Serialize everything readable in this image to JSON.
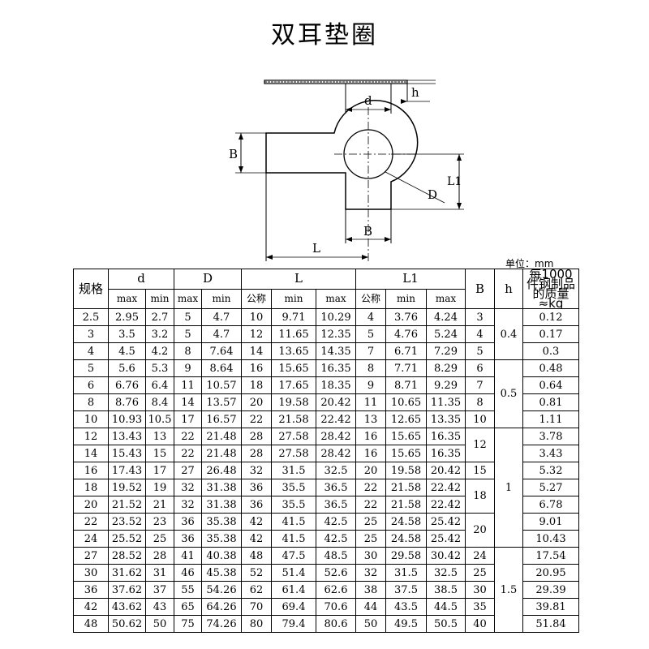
{
  "title": "双耳垫圈",
  "drawing_labels": {
    "d": "d",
    "h": "h",
    "B_left": "B",
    "L1": "L1",
    "D": "D",
    "B_bottom": "B",
    "L": "L"
  },
  "unit": "单位：mm",
  "headers": {
    "spec": "规格",
    "d": "d",
    "D": "D",
    "L": "L",
    "L1": "L1",
    "B": "B",
    "h": "h",
    "mass": "每1000件钢制品的质量≈kg",
    "max": "max",
    "min": "min",
    "nominal": "公称"
  },
  "rows": [
    [
      "2.5",
      "2.95",
      "2.7",
      "5",
      "4.7",
      "10",
      "9.71",
      "10.29",
      "4",
      "3.76",
      "4.24",
      "0.12"
    ],
    [
      "3",
      "3.5",
      "3.2",
      "5",
      "4.7",
      "12",
      "11.65",
      "12.35",
      "5",
      "4.76",
      "5.24",
      "0.17"
    ],
    [
      "4",
      "4.5",
      "4.2",
      "8",
      "7.64",
      "14",
      "13.65",
      "14.35",
      "7",
      "6.71",
      "7.29",
      "0.3"
    ],
    [
      "5",
      "5.6",
      "5.3",
      "9",
      "8.64",
      "16",
      "15.65",
      "16.35",
      "8",
      "7.71",
      "8.29",
      "0.48"
    ],
    [
      "6",
      "6.76",
      "6.4",
      "11",
      "10.57",
      "18",
      "17.65",
      "18.35",
      "9",
      "8.71",
      "9.29",
      "0.64"
    ],
    [
      "8",
      "8.76",
      "8.4",
      "14",
      "13.57",
      "20",
      "19.58",
      "20.42",
      "11",
      "10.65",
      "11.35",
      "0.81"
    ],
    [
      "10",
      "10.93",
      "10.5",
      "17",
      "16.57",
      "22",
      "21.58",
      "22.42",
      "13",
      "12.65",
      "13.35",
      "1.11"
    ],
    [
      "12",
      "13.43",
      "13",
      "22",
      "21.48",
      "28",
      "27.58",
      "28.42",
      "16",
      "15.65",
      "16.35",
      "3.78"
    ],
    [
      "14",
      "15.43",
      "15",
      "22",
      "21.48",
      "28",
      "27.58",
      "28.42",
      "16",
      "15.65",
      "16.35",
      "3.43"
    ],
    [
      "16",
      "17.43",
      "17",
      "27",
      "26.48",
      "32",
      "31.5",
      "32.5",
      "20",
      "19.58",
      "20.42",
      "5.32"
    ],
    [
      "18",
      "19.52",
      "19",
      "32",
      "31.38",
      "36",
      "35.5",
      "36.5",
      "22",
      "21.58",
      "22.42",
      "5.27"
    ],
    [
      "20",
      "21.52",
      "21",
      "32",
      "31.38",
      "36",
      "35.5",
      "36.5",
      "22",
      "21.58",
      "22.42",
      "6.78"
    ],
    [
      "22",
      "23.52",
      "23",
      "36",
      "35.38",
      "42",
      "41.5",
      "42.5",
      "25",
      "24.58",
      "25.42",
      "9.01"
    ],
    [
      "24",
      "25.52",
      "25",
      "36",
      "35.38",
      "42",
      "41.5",
      "42.5",
      "25",
      "24.58",
      "25.42",
      "10.43"
    ],
    [
      "27",
      "28.52",
      "28",
      "41",
      "40.38",
      "48",
      "47.5",
      "48.5",
      "30",
      "29.58",
      "30.42",
      "17.54"
    ],
    [
      "30",
      "31.62",
      "31",
      "46",
      "45.38",
      "52",
      "51.4",
      "52.6",
      "32",
      "31.5",
      "32.5",
      "20.95"
    ],
    [
      "36",
      "37.62",
      "37",
      "55",
      "54.26",
      "62",
      "61.4",
      "62.6",
      "38",
      "37.5",
      "38.5",
      "29.39"
    ],
    [
      "42",
      "43.62",
      "43",
      "65",
      "64.26",
      "70",
      "69.4",
      "70.6",
      "44",
      "43.5",
      "44.5",
      "39.81"
    ],
    [
      "48",
      "50.62",
      "50",
      "75",
      "74.26",
      "80",
      "79.4",
      "80.6",
      "50",
      "49.5",
      "50.5",
      "51.84"
    ]
  ],
  "B_groups": [
    {
      "value": "3",
      "span": 1
    },
    {
      "value": "4",
      "span": 1
    },
    {
      "value": "5",
      "span": 1
    },
    {
      "value": "6",
      "span": 1
    },
    {
      "value": "7",
      "span": 1
    },
    {
      "value": "8",
      "span": 1
    },
    {
      "value": "10",
      "span": 1
    },
    {
      "value": "12",
      "span": 2
    },
    {
      "value": "15",
      "span": 1
    },
    {
      "value": "18",
      "span": 2
    },
    {
      "value": "20",
      "span": 2
    },
    {
      "value": "24",
      "span": 1
    },
    {
      "value": "25",
      "span": 1
    },
    {
      "value": "30",
      "span": 1
    },
    {
      "value": "35",
      "span": 1
    },
    {
      "value": "40",
      "span": 1
    }
  ],
  "h_groups": [
    {
      "value": "0.4",
      "span": 3
    },
    {
      "value": "0.5",
      "span": 4
    },
    {
      "value": "1",
      "span": 7
    },
    {
      "value": "1.5",
      "span": 5
    }
  ]
}
